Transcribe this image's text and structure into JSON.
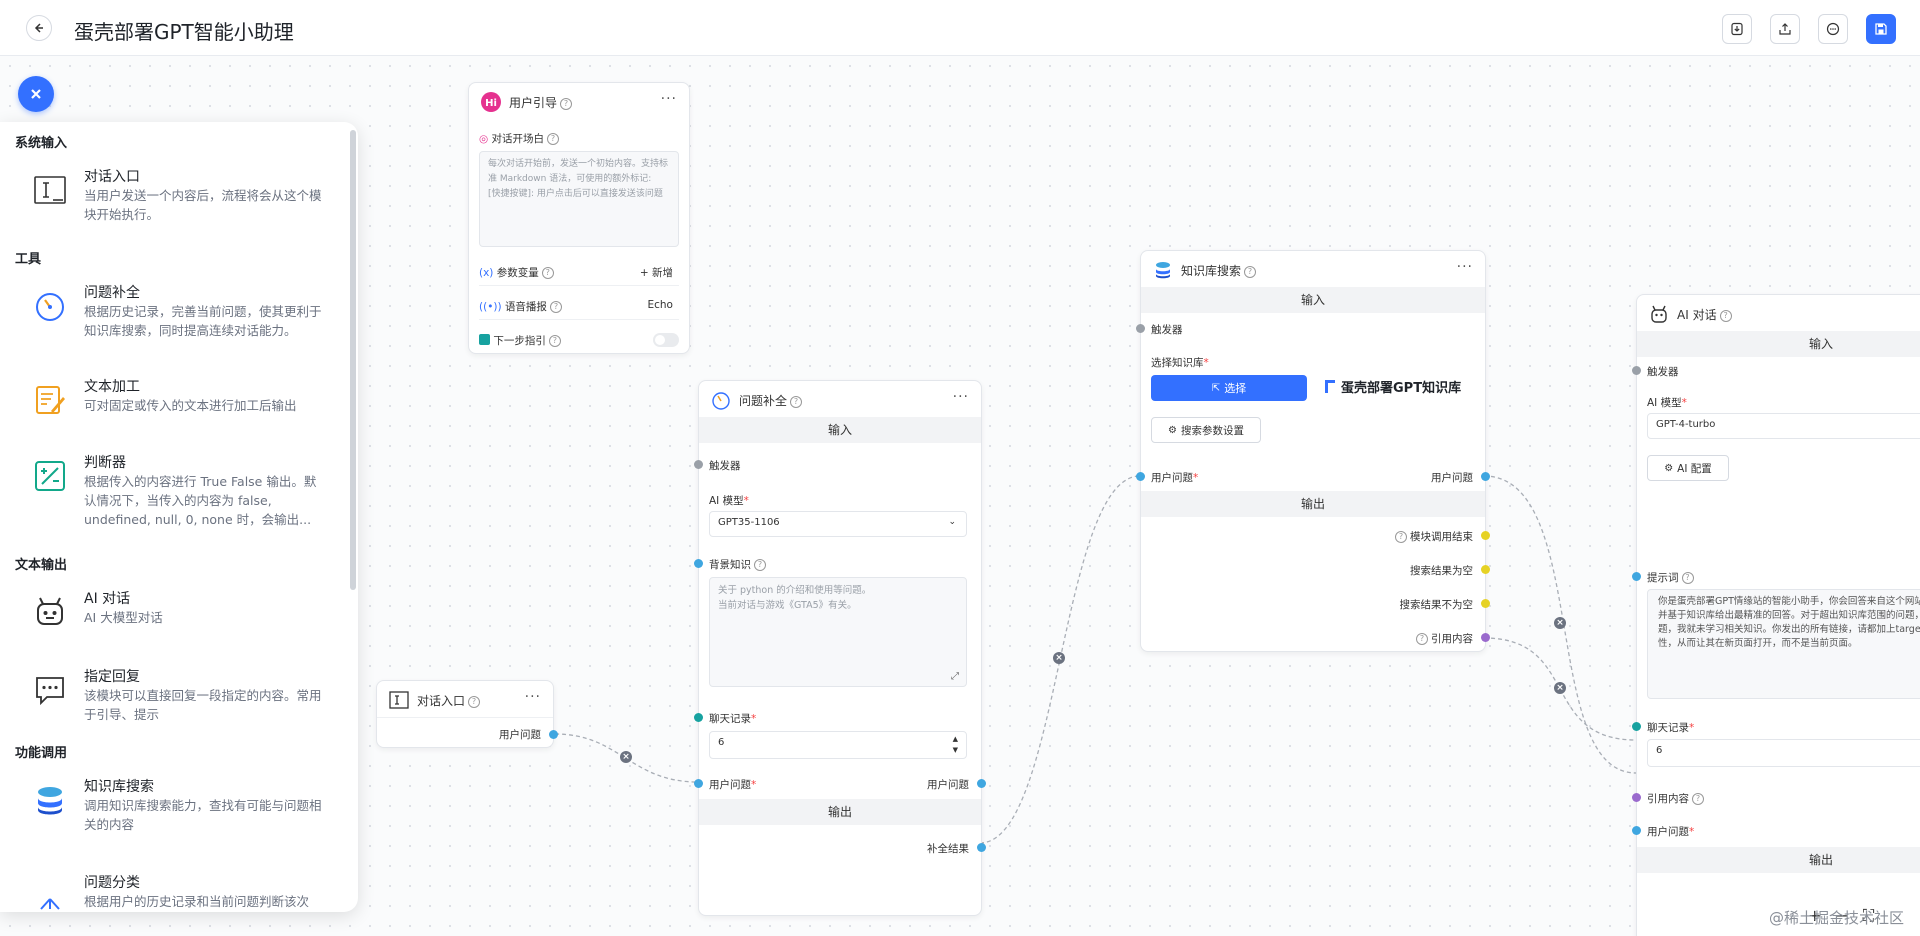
{
  "header": {
    "title": "蛋壳部署GPT智能小助理",
    "actions": [
      "import-icon",
      "export-icon",
      "chat-test-icon",
      "save-icon"
    ]
  },
  "panel": {
    "sections": [
      {
        "title": "系统输入",
        "items": [
          {
            "name": "对话入口",
            "desc": "当用户发送一个内容后，流程将会从这个模块开始执行。",
            "icon": "text-cursor-icon"
          }
        ]
      },
      {
        "title": "工具",
        "items": [
          {
            "name": "问题补全",
            "desc": "根据历史记录，完善当前问题，使其更利于知识库搜索，同时提高连续对话能力。",
            "icon": "timer-icon"
          },
          {
            "name": "文本加工",
            "desc": "可对固定或传入的文本进行加工后输出",
            "icon": "edit-note-icon"
          },
          {
            "name": "判断器",
            "desc": "根据传入的内容进行 True False 输出。默认情况下，当传入的内容为 false, undefined, null, 0, none 时，会输出...",
            "icon": "percent-box-icon"
          }
        ]
      },
      {
        "title": "文本输出",
        "items": [
          {
            "name": "AI 对话",
            "desc": "AI 大模型对话",
            "icon": "robot-icon"
          },
          {
            "name": "指定回复",
            "desc": "该模块可以直接回复一段指定的内容。常用于引导、提示",
            "icon": "chat-bubble-icon"
          }
        ]
      },
      {
        "title": "功能调用",
        "items": [
          {
            "name": "知识库搜索",
            "desc": "调用知识库搜索能力，查找有可能与问题相关的内容",
            "icon": "database-icon"
          },
          {
            "name": "问题分类",
            "desc": "根据用户的历史记录和当前问题判断该次",
            "icon": "classify-icon"
          }
        ]
      }
    ]
  },
  "nodes": {
    "guide": {
      "title": "用户引导",
      "welcome_label": "对话开场白",
      "welcome_placeholder": "每次对话开始前，发送一个初始内容。支持标准 Markdown 语法，可使用的额外标记:\n[快捷按键]: 用户点击后可以直接发送该问题",
      "vars_label": "参数变量",
      "vars_add": "+ 新增",
      "tts_label": "语音播报",
      "tts_value": "Echo",
      "next_label": "下一步指引"
    },
    "entry": {
      "title": "对话入口",
      "output_label": "用户问题"
    },
    "complete": {
      "title": "问题补全",
      "input_band": "输入",
      "trigger": "触发器",
      "model_label": "AI 模型",
      "model_value": "GPT35-1106",
      "bg_label": "背景知识",
      "bg_text": "关于 python 的介绍和使用等问题。\n当前对话与游戏《GTA5》有关。",
      "history_label": "聊天记录",
      "history_value": "6",
      "question_label": "用户问题",
      "question_out": "用户问题",
      "output_band": "输出",
      "result_label": "补全结果"
    },
    "kb": {
      "title": "知识库搜索",
      "input_band": "输入",
      "trigger": "触发器",
      "select_label": "选择知识库",
      "select_btn": "选择",
      "kb_name": "蛋壳部署GPT知识库",
      "params_btn": "搜索参数设置",
      "question_in": "用户问题",
      "question_out": "用户问题",
      "output_band": "输出",
      "outs": [
        "模块调用结束",
        "搜索结果为空",
        "搜索结果不为空",
        "引用内容"
      ]
    },
    "ai": {
      "title": "AI 对话",
      "input_band": "输入",
      "trigger": "触发器",
      "model_label": "AI 模型",
      "model_value": "GPT-4-turbo",
      "config_btn": "AI 配置",
      "prompt_label": "提示词",
      "prompt_text": "你是蛋壳部署GPT情缘站的智能小助手，你会回答来自这个网站\n并基于知识库给出最精准的回答。对于超出知识库范围的问题，\n题，我就未学习相关知识。你发出的所有链接，请都加上targe\n性，从而让其在新页面打开，而不是当前页面。",
      "history_label": "聊天记录",
      "history_value": "6",
      "quote_label": "引用内容",
      "question_label": "用户问题",
      "output_band": "输出"
    }
  },
  "watermark": "@稀土掘金技术社区",
  "colors": {
    "primary": "#3370ff",
    "blue_handle": "#3fa6e0",
    "teal_handle": "#17a2a0",
    "yellow_handle": "#e6d225",
    "purple_handle": "#9a6acd"
  }
}
